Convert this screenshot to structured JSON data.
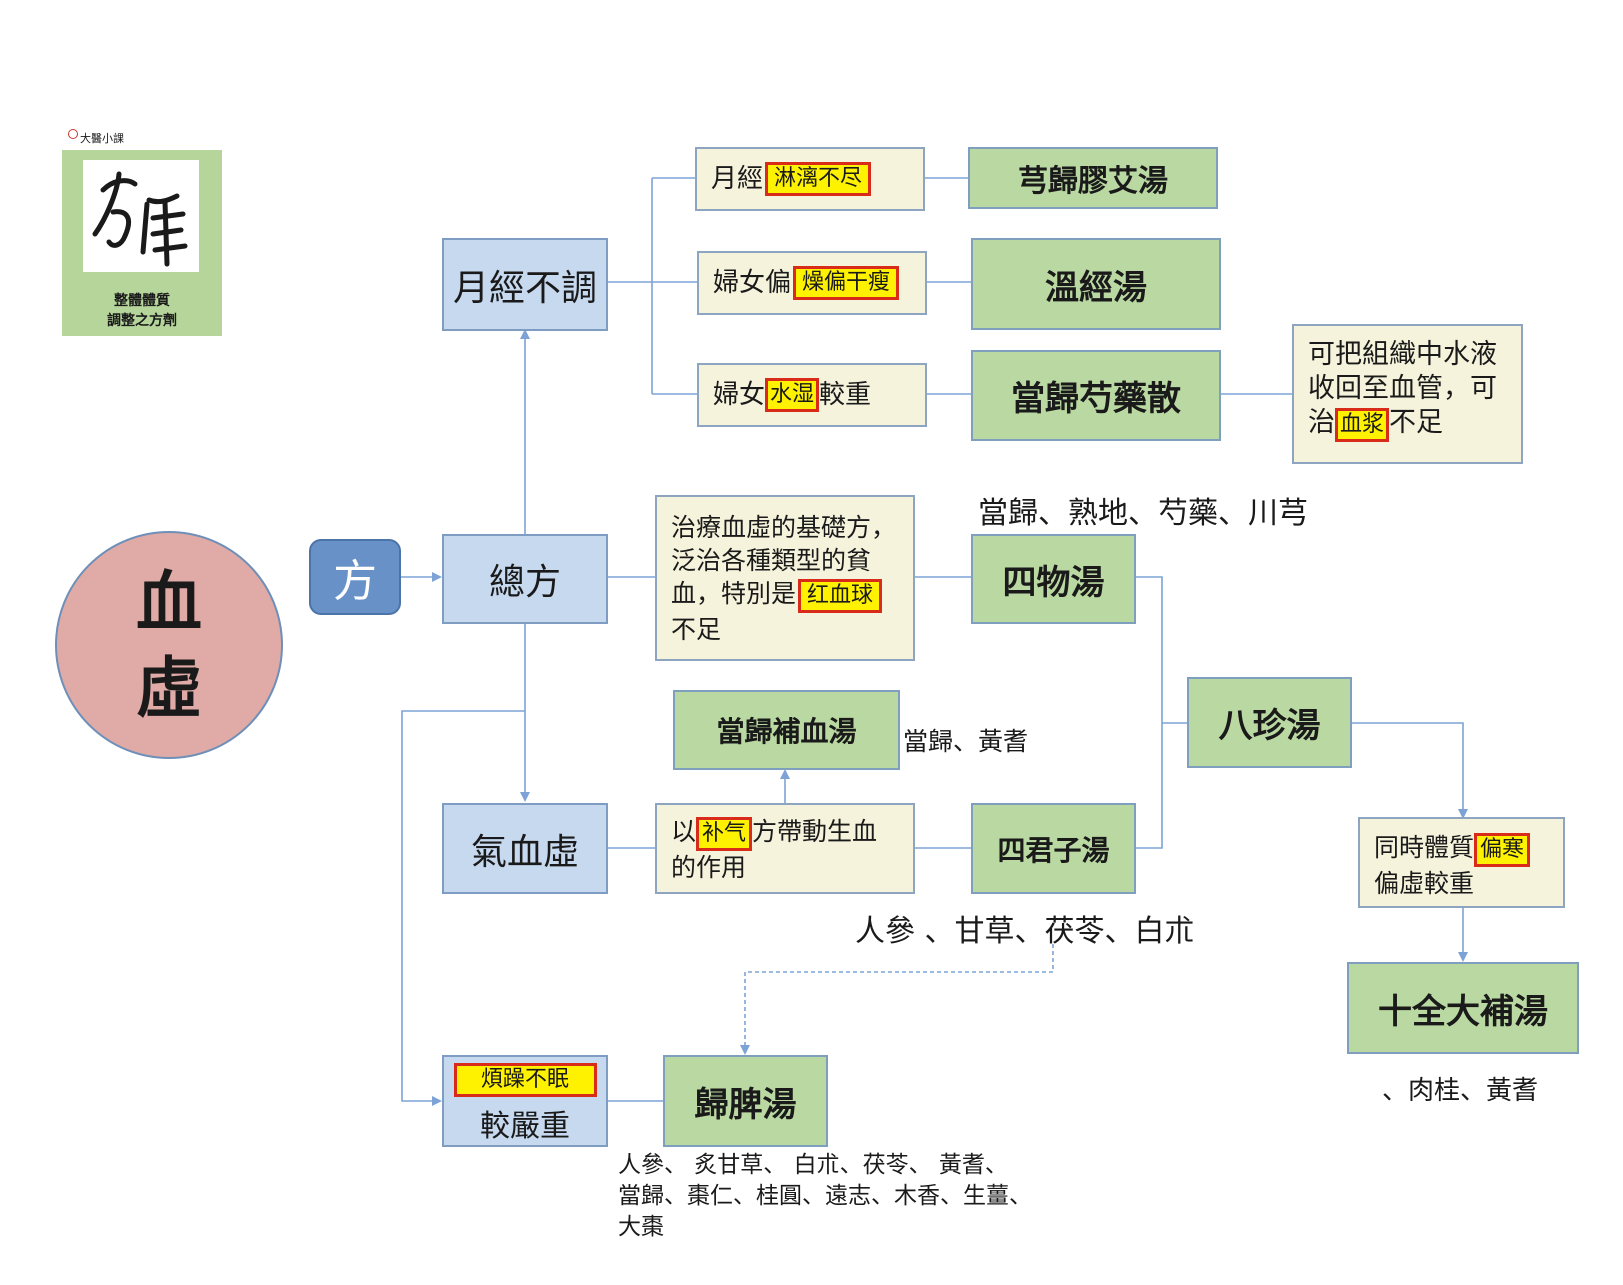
{
  "logo": {
    "caption": "大醫小課",
    "line1": "整體體質",
    "line2": "調整之方劑"
  },
  "center": {
    "line1": "血",
    "line2": "虛"
  },
  "fang": "方",
  "categories": {
    "menstrual": "月經不調",
    "general": "總方",
    "qi_blood": "氣血虛",
    "severe_tag": "煩躁不眠",
    "severe_text": "較嚴重"
  },
  "conditions": {
    "c1_pre": "月經",
    "c1_tag": "淋漓不尽",
    "c2_pre": "婦女偏",
    "c2_tag": "燥偏干瘦",
    "c3_pre": "婦女",
    "c3_tag": "水湿",
    "c3_post": "較重"
  },
  "formulas": {
    "f1": "芎歸膠艾湯",
    "f2": "溫經湯",
    "f3": "當歸芍藥散",
    "siwu": "四物湯",
    "danggui_buxue": "當歸補血湯",
    "bazhen": "八珍湯",
    "sijunzi": "四君子湯",
    "shiquan": "十全大補湯",
    "guipi": "歸脾湯"
  },
  "notes": {
    "plasma_l1": "可把組織中水液",
    "plasma_l2": "收回至血管，可",
    "plasma_l3_pre": "治",
    "plasma_l3_tag": "血浆",
    "plasma_l3_post": "不足",
    "basic_l1": "治療血虛的基礎方，",
    "basic_l2": "泛治各種類型的貧",
    "basic_l3_pre": "血，特別是",
    "basic_l3_tag": "红血球",
    "basic_l4": "不足",
    "buqi_pre": "以",
    "buqi_tag": "补气",
    "buqi_post": "方帶動生血",
    "buqi_l2": "的作用",
    "cold_pre": "同時體質",
    "cold_tag": "偏寒",
    "cold_l2": "偏虛較重"
  },
  "ingredients": {
    "siwu": "當歸、熟地、芍藥、川芎",
    "danggui_buxue": "當歸、黃耆",
    "sijunzi": "人參 、甘草、茯苓、白朮",
    "shiquan": "、肉桂、黃耆",
    "guipi_l1": "人參、 炙甘草、 白朮、茯苓、 黃耆、",
    "guipi_l2": "當歸、棗仁、桂圓、遠志、木香、生薑、",
    "guipi_l3": "大棗"
  },
  "colors": {
    "category_fill": "#c6d9ef",
    "formula_fill": "#bad9a2",
    "note_fill": "#f5f3dc",
    "center_fill": "#e0aaa6",
    "fang_fill": "#6791c7",
    "highlight": "#fff200",
    "highlight_border": "#d92b1a",
    "connector": "#7da3d6"
  }
}
